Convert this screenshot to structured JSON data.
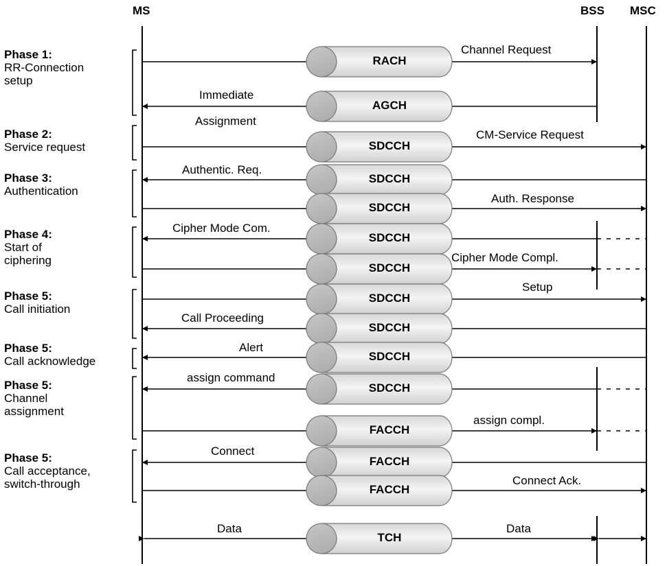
{
  "entities": {
    "ms": "MS",
    "bss": "BSS",
    "msc": "MSC"
  },
  "phases": [
    {
      "title": "Phase 1:",
      "desc": [
        "RR-Connection",
        "setup"
      ]
    },
    {
      "title": "Phase 2:",
      "desc": [
        "Service request"
      ]
    },
    {
      "title": "Phase 3:",
      "desc": [
        "Authentication"
      ]
    },
    {
      "title": "Phase 4:",
      "desc": [
        "Start of",
        "ciphering"
      ]
    },
    {
      "title": "Phase 5:",
      "desc": [
        "Call initiation"
      ]
    },
    {
      "title": "Phase 5:",
      "desc": [
        "Call acknowledge"
      ]
    },
    {
      "title": "Phase 5:",
      "desc": [
        "Channel",
        "assignment"
      ]
    },
    {
      "title": "Phase 5:",
      "desc": [
        "Call acceptance,",
        "switch-through"
      ]
    }
  ],
  "channels": [
    "RACH",
    "AGCH",
    "SDCCH",
    "SDCCH",
    "SDCCH",
    "SDCCH",
    "SDCCH",
    "SDCCH",
    "SDCCH",
    "SDCCH",
    "SDCCH",
    "FACCH",
    "FACCH",
    "FACCH",
    "TCH"
  ],
  "messages": {
    "channel_request": "Channel Request",
    "immediate": "Immediate",
    "assignment": "Assignment",
    "cm_service_request": "CM-Service Request",
    "authentic_req": "Authentic. Req.",
    "auth_response": "Auth. Response",
    "cipher_mode_com": "Cipher Mode Com.",
    "cipher_mode_compl": "Cipher Mode Compl.",
    "setup": "Setup",
    "call_proceeding": "Call Proceeding",
    "alert": "Alert",
    "assign_command": "assign command",
    "assign_compl": "assign compl.",
    "connect": "Connect",
    "connect_ack": "Connect Ack.",
    "data_left": "Data",
    "data_right": "Data"
  }
}
